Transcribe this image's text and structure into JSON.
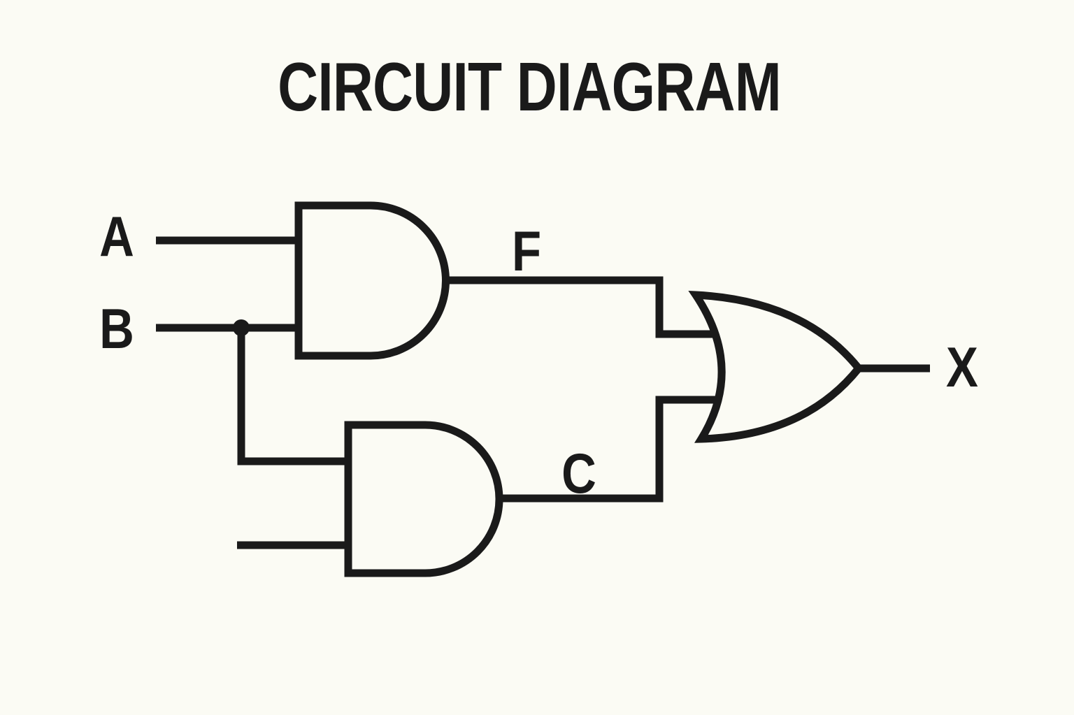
{
  "title": "CIRCUIT DIAGRAM",
  "colors": {
    "background": "#FBFBF4",
    "line": "#1A1A1A"
  },
  "labels": {
    "input_a": "A",
    "input_b": "B",
    "signal_f": "F",
    "signal_c": "C",
    "output_x": "X"
  },
  "gates": [
    {
      "id": "and-gate-top",
      "type": "AND",
      "inputs": [
        "A",
        "B"
      ],
      "output": "F"
    },
    {
      "id": "and-gate-bottom",
      "type": "AND",
      "inputs": [
        "B",
        "unlabeled"
      ],
      "output": "C"
    },
    {
      "id": "or-gate",
      "type": "OR",
      "inputs": [
        "F",
        "C"
      ],
      "output": "X"
    }
  ]
}
